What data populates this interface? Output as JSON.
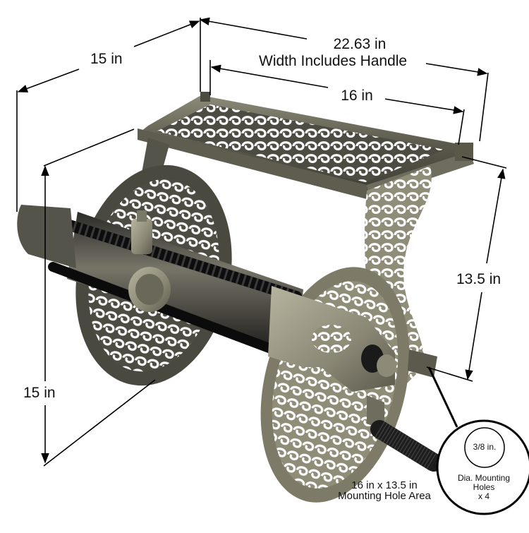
{
  "diagram": {
    "subject": "Decorative wall-mounted hose reel",
    "colors": {
      "background": "#ffffff",
      "metal_dark": "#4a4a40",
      "metal_mid": "#6e6c5e",
      "metal_light": "#a8a591",
      "hose_black": "#111111",
      "dimension_line": "#000000"
    },
    "dimensions": {
      "overall_width": {
        "value": "22.63 in",
        "note": "Width Includes Handle"
      },
      "mount_width": {
        "value": "16 in"
      },
      "depth": {
        "value": "15 in"
      },
      "height": {
        "value": "15 in"
      },
      "mount_height": {
        "value": "13.5 in"
      }
    },
    "callouts": {
      "mounting_area": {
        "line1": "16 in x 13.5 in",
        "line2": "Mounting Hole Area"
      },
      "hole_detail": {
        "size": "3/8 in.",
        "line1": "Dia. Mounting",
        "line2": "Holes",
        "line3": "x 4"
      }
    }
  }
}
